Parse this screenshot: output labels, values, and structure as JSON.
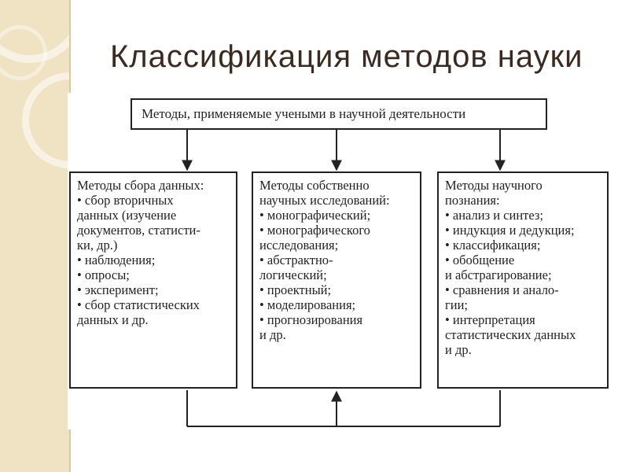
{
  "slide": {
    "title": "Классификация методов науки"
  },
  "diagram": {
    "top_box": "Методы, применяемые учеными в научной деятельности",
    "columns": [
      {
        "lines": [
          "Методы сбора данных:",
          "• сбор вторичных",
          "данных (изучение",
          "документов, статисти-",
          "ки, др.)",
          "• наблюдения;",
          "• опросы;",
          "• эксперимент;",
          "• сбор статистических",
          "данных и др."
        ]
      },
      {
        "lines": [
          "Методы собственно",
          "научных исследований:",
          "• монографический;",
          "• монографического",
          "исследования;",
          "• абстрактно-",
          "логический;",
          "• проектный;",
          "• моделирования;",
          "• прогнозирования",
          "и др."
        ]
      },
      {
        "lines": [
          "Методы научного",
          "познания:",
          "• анализ и синтез;",
          "• индукция и дедукция;",
          "• классификация;",
          "• обобщение",
          "и абстрагирование;",
          "• сравнения и анало-",
          "гии;",
          "• интерпретация",
          "статистических данных",
          "и др."
        ]
      }
    ]
  }
}
